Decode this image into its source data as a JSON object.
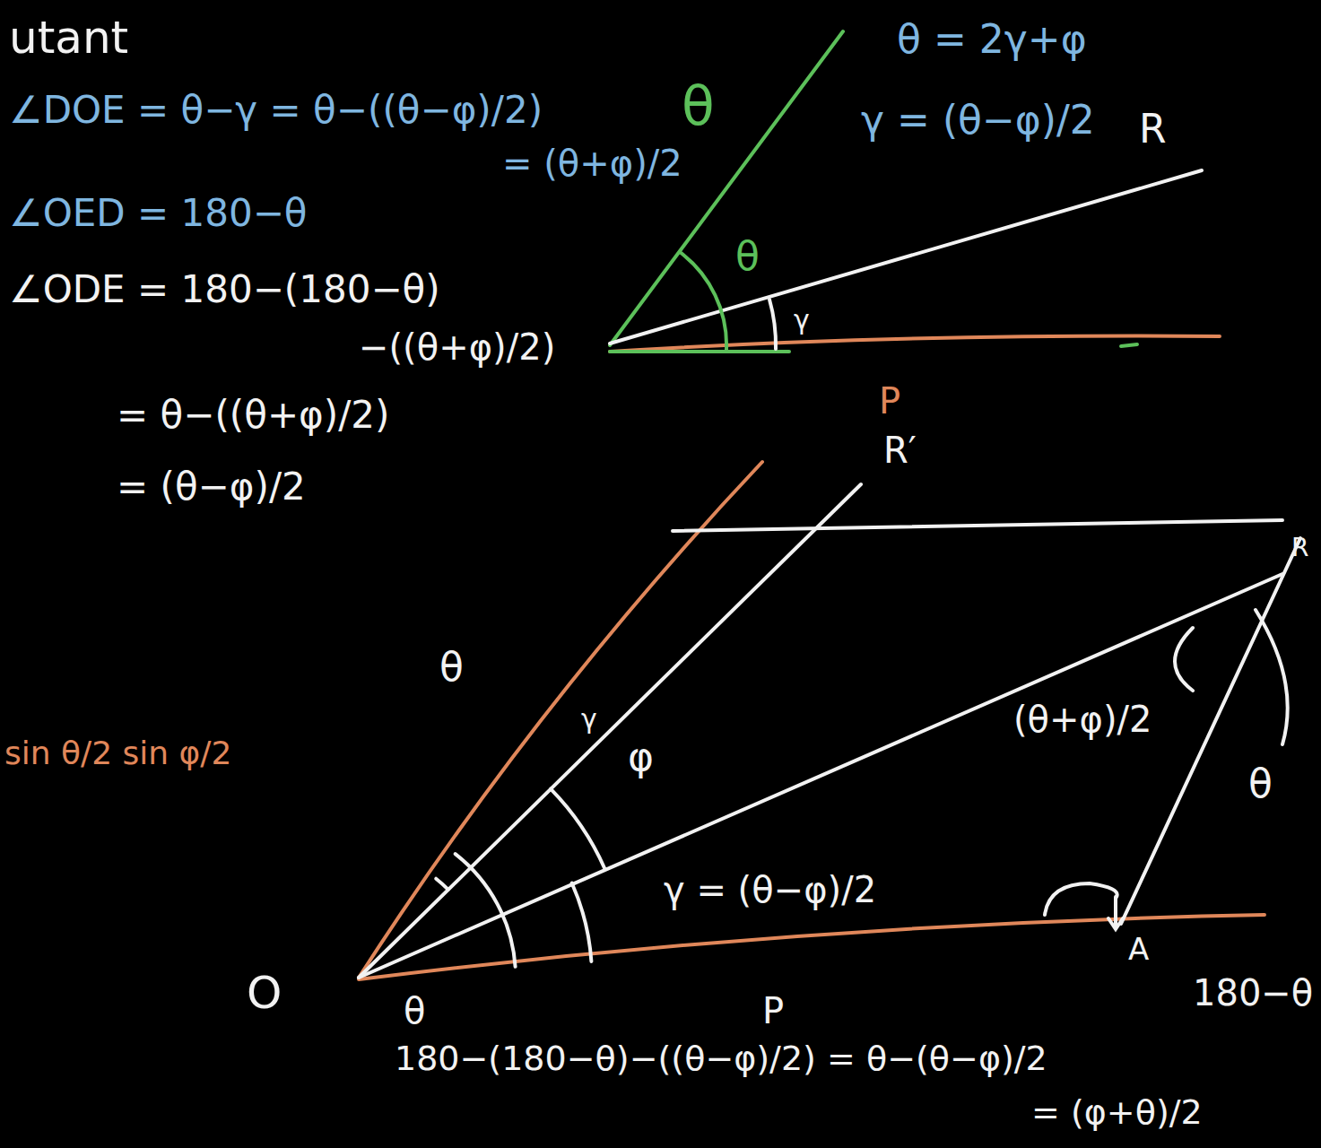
{
  "diagram": {
    "labels": [
      "utant",
      "∠DOE = θ−γ = θ−((θ−φ)/2)",
      "= (θ+φ)/2",
      "∠OED = 180−θ",
      "∠ODE = 180−(180−θ)",
      "−((θ+φ)/2)",
      "= θ−((θ+φ)/2)",
      "= (θ−φ)/2",
      "sin θ/2 sin φ/2",
      "θ = 2γ+φ",
      "γ = (θ−φ)/2",
      "R",
      "θ",
      "θ",
      "γ",
      "P",
      "R′",
      "θ",
      "γ",
      "φ",
      "(θ+φ)/2",
      "γ = (θ−φ)/2",
      "θ",
      "R",
      "A",
      "O",
      "θ",
      "P",
      "180−θ",
      "180−(180−θ)−((θ−φ)/2) = θ−(θ−φ)/2",
      "= (φ+θ)/2"
    ]
  }
}
